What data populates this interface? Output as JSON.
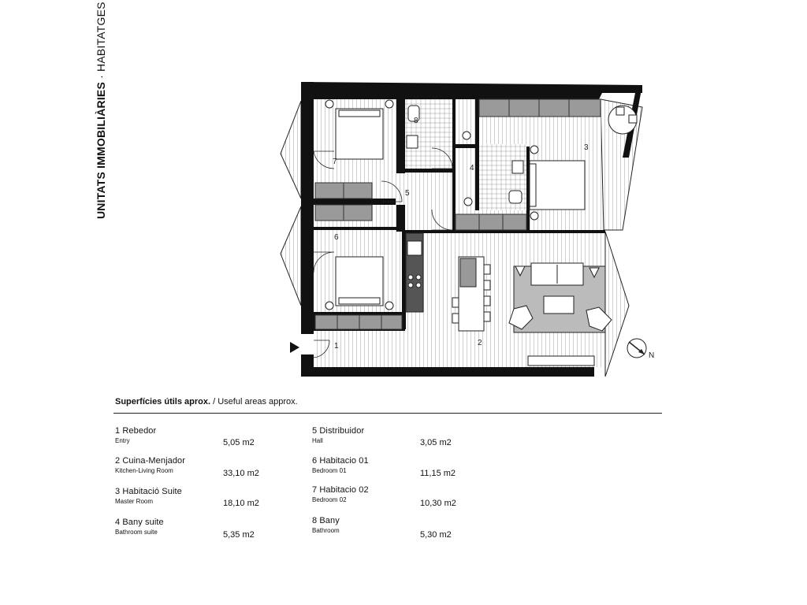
{
  "side_title": {
    "bold": "UNITATS IMMOBILIÀRIES",
    "light": " · HABITATGES"
  },
  "plan": {
    "room_numbers": [
      "1",
      "2",
      "3",
      "4",
      "5",
      "6",
      "7",
      "8"
    ],
    "compass_label": "N"
  },
  "areas": {
    "title_bold": "Superfícies útils aprox.",
    "title_light": " / Useful areas approx.",
    "left": [
      {
        "name": "1  Rebedor",
        "en": "Entry",
        "value": "5,05 m2"
      },
      {
        "name": "2  Cuina-Menjador",
        "en": "Kitchen-Living Room",
        "value": "33,10 m2"
      },
      {
        "name": "3  Habitació Suite",
        "en": "Master Room",
        "value": "18,10 m2"
      },
      {
        "name": "4  Bany suite",
        "en": "Bathroom suite",
        "value": "5,35 m2"
      }
    ],
    "right": [
      {
        "name": "5  Distribuidor",
        "en": "Hall",
        "value": "3,05 m2"
      },
      {
        "name": "6  Habitacio 01",
        "en": "Bedroom 01",
        "value": "11,15 m2"
      },
      {
        "name": "7  Habitacio 02",
        "en": "Bedroom 02",
        "value": "10,30 m2"
      },
      {
        "name": "8  Bany",
        "en": "Bathroom",
        "value": "5,30 m2"
      }
    ]
  }
}
